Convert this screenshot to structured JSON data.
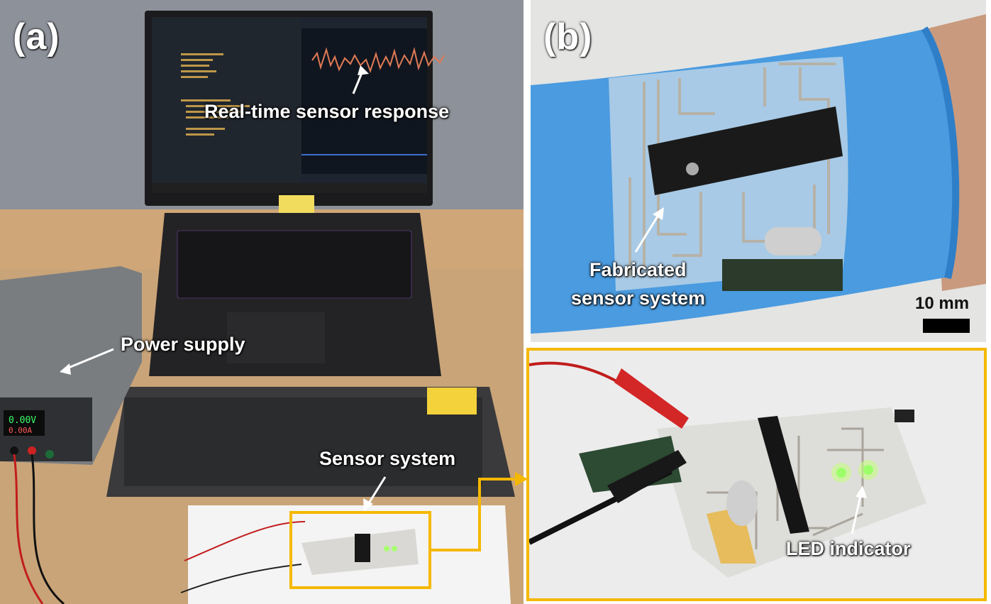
{
  "panels": {
    "a": {
      "letter": "(a)",
      "labels": {
        "realtime": "Real-time sensor response",
        "power": "Power supply",
        "sensor": "Sensor system"
      }
    },
    "b": {
      "letter": "(b)",
      "labels": {
        "fabricated_line1": "Fabricated",
        "fabricated_line2": "sensor system",
        "scale": "10 mm"
      }
    },
    "c": {
      "labels": {
        "led": "LED indicator"
      }
    }
  },
  "colors": {
    "highlight": "#f5b800",
    "glove": "#4a9be0",
    "chip": "#1a1a1a",
    "led": "#9cff6a"
  }
}
